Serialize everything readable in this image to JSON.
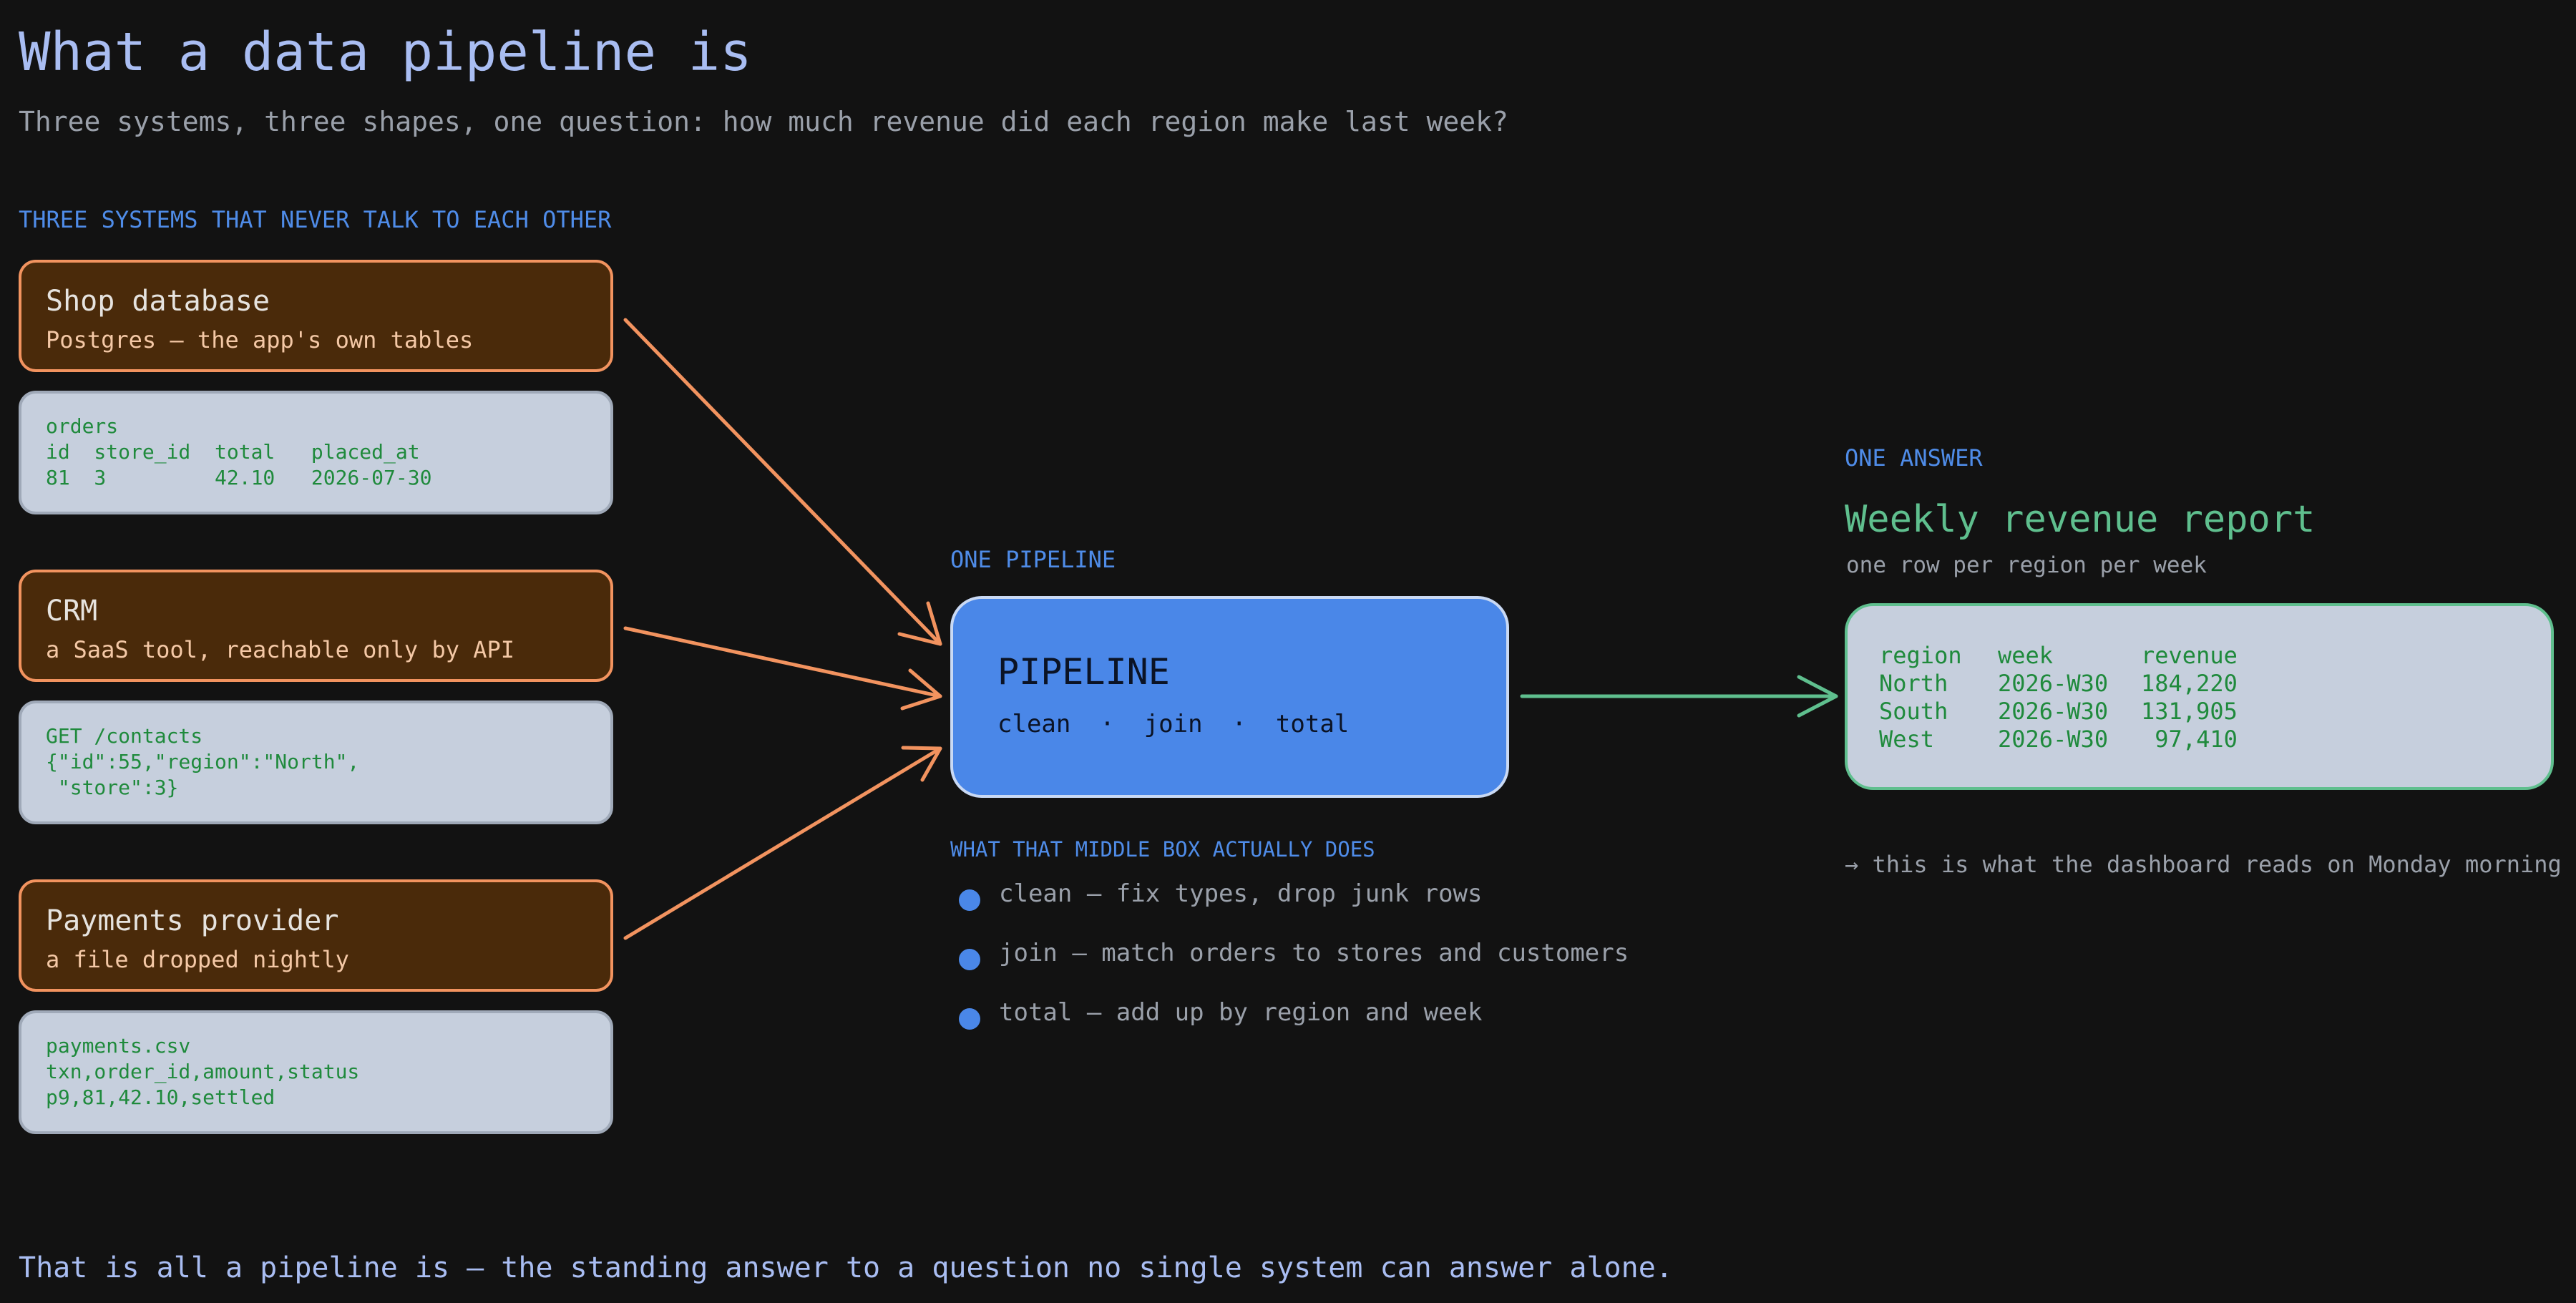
{
  "title": "What a data pipeline is",
  "subtitle": "Three systems, three shapes, one question: how much revenue did each region make last week?",
  "sources_label": "THREE SYSTEMS THAT NEVER TALK TO EACH OTHER",
  "sources": [
    {
      "name": "Shop database",
      "desc": "Postgres — the app's own tables",
      "sample": [
        "orders",
        "id  store_id  total   placed_at",
        "81  3         42.10   2026-07-30"
      ]
    },
    {
      "name": "CRM",
      "desc": "a SaaS tool, reachable only by API",
      "sample": [
        "GET /contacts",
        "{\"id\":55,\"region\":\"North\",",
        " \"store\":3}"
      ]
    },
    {
      "name": "Payments provider",
      "desc": "a file dropped nightly",
      "sample": [
        "payments.csv",
        "txn,order_id,amount,status",
        "p9,81,42.10,settled"
      ]
    }
  ],
  "pipeline": {
    "label": "ONE PIPELINE",
    "title": "PIPELINE",
    "steps": "clean  ·  join  ·  total",
    "explain_label": "WHAT THAT MIDDLE BOX ACTUALLY DOES",
    "explain": [
      "clean — fix types, drop junk rows",
      "join — match orders to stores and customers",
      "total — add up by region and week"
    ]
  },
  "answer": {
    "label": "ONE ANSWER",
    "title": "Weekly revenue report",
    "subtitle": "one row per region per week",
    "columns": [
      "region",
      "week",
      "revenue"
    ],
    "rows": [
      [
        "North",
        "2026-W30",
        "184,220"
      ],
      [
        "South",
        "2026-W30",
        "131,905"
      ],
      [
        "West",
        "2026-W30",
        "97,410"
      ]
    ],
    "note": "→ this is what the dashboard reads on Monday morning"
  },
  "footer": "That is all a pipeline is — the standing answer to a question no single system can answer alone.",
  "colors": {
    "background": "#121212",
    "source_fill": "#4a2a0a",
    "source_border": "#f2935f",
    "pipeline_fill": "#4a87e8",
    "report_border": "#5fbf8e",
    "sample_text": "#1f8a3c",
    "label_blue": "#4f8ce8"
  }
}
